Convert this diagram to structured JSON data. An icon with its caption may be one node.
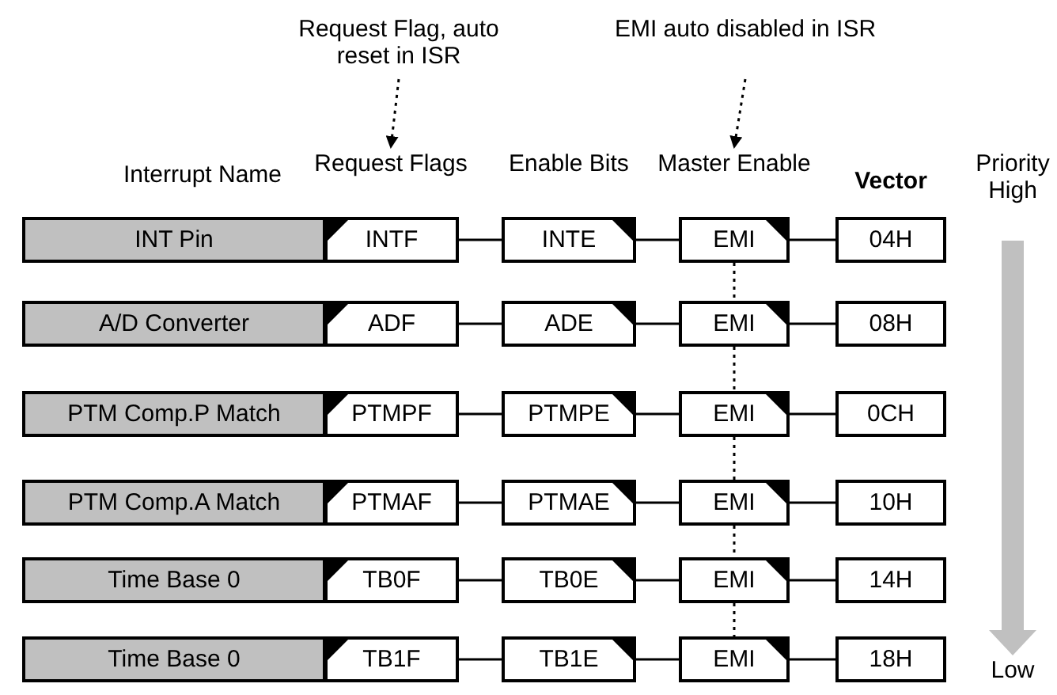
{
  "diagram": {
    "nodes": [
      {
        "text": [
          "Request Flag, auto reset in ISR"
        ]
      },
      {
        "text": [
          "EMI auto disabled in ISR"
        ]
      },
      {
        "text": [
          "Request Flags"
        ]
      },
      {
        "text": [
          "Master Enable"
        ]
      },
      {
        "text": [
          "INT Pin"
        ]
      },
      {
        "text": [
          "INTF"
        ]
      },
      {
        "text": [
          "INTE"
        ]
      },
      {
        "text": [
          "EMI"
        ]
      },
      {
        "text": [
          "04H"
        ]
      },
      {
        "text": [
          "A/D Converter"
        ]
      },
      {
        "text": [
          "ADF"
        ]
      },
      {
        "text": [
          "ADE"
        ]
      },
      {
        "text": [
          "EMI"
        ]
      },
      {
        "text": [
          "08H"
        ]
      },
      {
        "text": [
          "PTM Comp.P Match"
        ]
      },
      {
        "text": [
          "PTMPF"
        ]
      },
      {
        "text": [
          "PTMPE"
        ]
      },
      {
        "text": [
          "EMI"
        ]
      },
      {
        "text": [
          "0CH"
        ]
      },
      {
        "text": [
          "PTM Comp.A Match"
        ]
      },
      {
        "text": [
          "PTMAF"
        ]
      },
      {
        "text": [
          "PTMAE"
        ]
      },
      {
        "text": [
          "EMI"
        ]
      },
      {
        "text": [
          "10H"
        ]
      },
      {
        "text": [
          "Time Base 0"
        ]
      },
      {
        "text": [
          "TB0F"
        ]
      },
      {
        "text": [
          "TB0E"
        ]
      },
      {
        "text": [
          "EMI"
        ]
      },
      {
        "text": [
          "14H"
        ]
      },
      {
        "text": [
          "Time Base 0"
        ]
      },
      {
        "text": [
          "TB1F"
        ]
      },
      {
        "text": [
          "TB1E"
        ]
      },
      {
        "text": [
          "EMI"
        ]
      },
      {
        "text": [
          "18H"
        ]
      }
    ],
    "edges": [
      {
        "from": 0,
        "to": 2,
        "arrow": "to",
        "style": "dashed"
      },
      {
        "from": 1,
        "to": 3,
        "arrow": "to",
        "style": "dashed"
      },
      {
        "from": 5,
        "to": 6,
        "arrow": "none"
      },
      {
        "from": 6,
        "to": 7,
        "arrow": "none"
      },
      {
        "from": 7,
        "to": 8,
        "arrow": "none"
      },
      {
        "from": 10,
        "to": 11,
        "arrow": "none"
      },
      {
        "from": 11,
        "to": 12,
        "arrow": "none"
      },
      {
        "from": 12,
        "to": 13,
        "arrow": "none"
      },
      {
        "from": 15,
        "to": 16,
        "arrow": "none"
      },
      {
        "from": 16,
        "to": 17,
        "arrow": "none"
      },
      {
        "from": 17,
        "to": 18,
        "arrow": "none"
      },
      {
        "from": 20,
        "to": 21,
        "arrow": "none"
      },
      {
        "from": 21,
        "to": 22,
        "arrow": "none"
      },
      {
        "from": 22,
        "to": 23,
        "arrow": "none"
      },
      {
        "from": 25,
        "to": 26,
        "arrow": "none"
      },
      {
        "from": 26,
        "to": 27,
        "arrow": "none"
      },
      {
        "from": 27,
        "to": 28,
        "arrow": "none"
      },
      {
        "from": 30,
        "to": 31,
        "arrow": "none"
      },
      {
        "from": 31,
        "to": 32,
        "arrow": "none"
      },
      {
        "from": 32,
        "to": 33,
        "arrow": "none"
      },
      {
        "from": 7,
        "to": 12,
        "arrow": "none",
        "style": "dashed"
      },
      {
        "from": 12,
        "to": 17,
        "arrow": "none",
        "style": "dashed"
      },
      {
        "from": 17,
        "to": 22,
        "arrow": "none",
        "style": "dashed"
      },
      {
        "from": 22,
        "to": 27,
        "arrow": "none",
        "style": "dashed"
      },
      {
        "from": 27,
        "to": 32,
        "arrow": "none",
        "style": "dashed"
      }
    ],
    "labels": [
      "Interrupt Name",
      "Enable Bits",
      "Vector",
      "Priority High",
      "Low"
    ]
  }
}
